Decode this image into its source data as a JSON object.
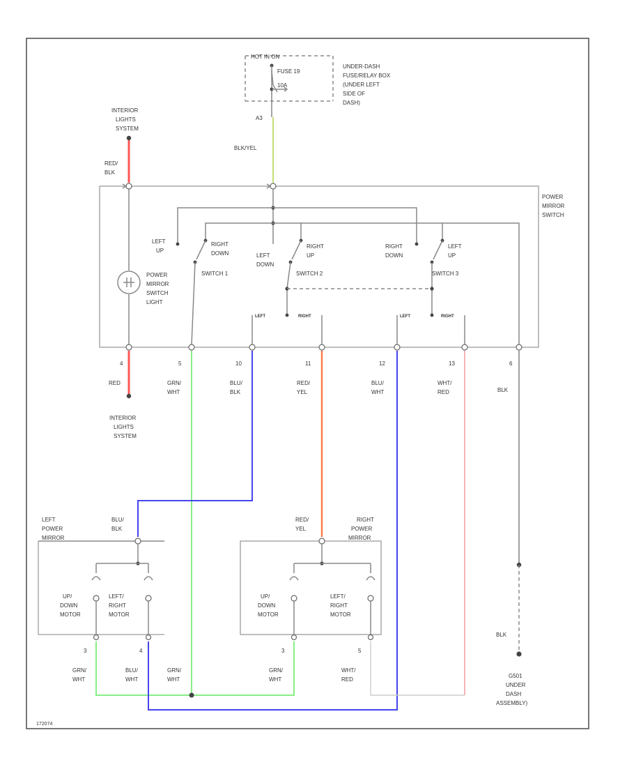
{
  "colors": {
    "red": "#ff5555",
    "red_light": "#f6a0a0",
    "green": "#86ee86",
    "blue": "#4444ee",
    "orange": "#ff7744",
    "yellow_green": "#c8e07a",
    "black": "#888888",
    "white": "#cccccc"
  },
  "hot_label": "HOT IN ON",
  "fuse_label": "FUSE 19",
  "fuse_amp": "10A",
  "fuse_location": [
    "UNDER-DASH",
    "FUSE/RELAY BOX",
    "(UNDER LEFT",
    "SIDE OF",
    "DASH)"
  ],
  "supply_pin": "A3",
  "supply_wire": "BLK/YEL",
  "interior_top": [
    "INTERIOR",
    "LIGHTS",
    "SYSTEM"
  ],
  "interior_top_wire": [
    "RED/",
    "BLK"
  ],
  "switch_title": [
    "POWER",
    "MIRROR",
    "SWITCH"
  ],
  "switch_light": [
    "POWER",
    "MIRROR",
    "SWITCH",
    "LIGHT"
  ],
  "switch1": {
    "name": "SWITCH 1",
    "left": [
      "LEFT",
      "UP"
    ],
    "right": [
      "RIGHT",
      "DOWN"
    ]
  },
  "switch2": {
    "name": "SWITCH 2",
    "left": [
      "LEFT",
      "DOWN"
    ],
    "right": [
      "RIGHT",
      "UP"
    ]
  },
  "switch3": {
    "name": "SWITCH 3",
    "left": [
      "RIGHT",
      "DOWN"
    ],
    "right": [
      "LEFT",
      "UP"
    ]
  },
  "selector": {
    "left_a": "LEFT",
    "right_a": "RIGHT",
    "left_b": "LEFT",
    "right_b": "RIGHT"
  },
  "pins": {
    "p4": "4",
    "p5": "5",
    "p10": "10",
    "p11": "11",
    "p12": "12",
    "p13": "13",
    "p6": "6"
  },
  "wires": {
    "w4": [
      "RED"
    ],
    "w5": [
      "GRN/",
      "WHT"
    ],
    "w10": [
      "BLU/",
      "BLK"
    ],
    "w11": [
      "RED/",
      "YEL"
    ],
    "w12": [
      "BLU/",
      "WHT"
    ],
    "w13": [
      "WHT/",
      "RED"
    ],
    "w6": [
      "BLK"
    ]
  },
  "interior_bottom": [
    "INTERIOR",
    "LIGHTS",
    "SYSTEM"
  ],
  "left_mirror": {
    "title": [
      "LEFT",
      "POWER",
      "MIRROR"
    ],
    "in_wire": [
      "BLU/",
      "BLK"
    ],
    "motor1": [
      "UP/",
      "DOWN",
      "MOTOR"
    ],
    "motor2": [
      "LEFT/",
      "RIGHT",
      "MOTOR"
    ],
    "pin_a": "3",
    "pin_b": "4",
    "wire_a": [
      "GRN/",
      "WHT"
    ],
    "wire_b": [
      "BLU/",
      "WHT"
    ]
  },
  "right_mirror": {
    "title": [
      "RIGHT",
      "POWER",
      "MIRROR"
    ],
    "in_wire": [
      "RED/",
      "YEL"
    ],
    "motor1": [
      "UP/",
      "DOWN",
      "MOTOR"
    ],
    "motor2": [
      "LEFT/",
      "RIGHT",
      "MOTOR"
    ],
    "pin_a": "3",
    "pin_b": "5",
    "wire_a": [
      "GRN/",
      "WHT"
    ],
    "wire_b": [
      "WHT/",
      "RED"
    ]
  },
  "grn_wht_splice": [
    "GRN/",
    "WHT"
  ],
  "ground_wire": "BLK",
  "ground": [
    "G501",
    "UNDER",
    "DASH",
    "ASSEMBLY)"
  ],
  "footer": "172074"
}
